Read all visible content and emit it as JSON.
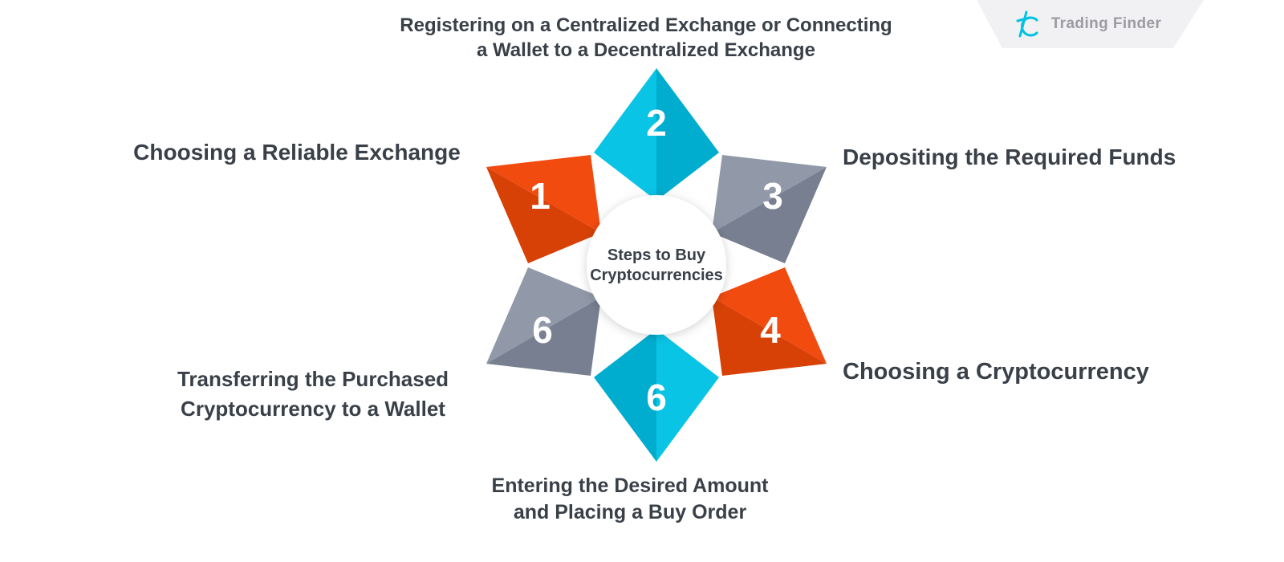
{
  "title": "Steps to Buy Cryptocurrencies infographic",
  "logo": {
    "text": "Trading Finder",
    "accent_color": "#00c2e2",
    "badge_color": "#f1f1f3",
    "text_color": "#9b9ca2"
  },
  "center": {
    "line1": "Steps to Buy",
    "line2": "Cryptocurrencies"
  },
  "labels": {
    "top": [
      "Registering on a Centralized Exchange or Connecting",
      "a Wallet to a Decentralized Exchange"
    ],
    "left": [
      "Choosing a Reliable Exchange"
    ],
    "right": [
      "Depositing the Required Funds"
    ],
    "lower_right": [
      "Choosing a Cryptocurrency"
    ],
    "lower_left": [
      "Transferring the Purchased",
      "Cryptocurrency to a Wallet"
    ],
    "bottom": [
      "Entering the Desired Amount",
      "and Placing a Buy Order"
    ]
  },
  "petals": {
    "upper_left": {
      "number": "1",
      "color_light": "#f14b10",
      "color_dark": "#d84106"
    },
    "top": {
      "number": "2",
      "color_light": "#0ac4e6",
      "color_dark": "#00adcf"
    },
    "upper_right": {
      "number": "3",
      "color_light": "#9199a9",
      "color_dark": "#787f90"
    },
    "lower_right": {
      "number": "4",
      "color_light": "#f14b10",
      "color_dark": "#d84106"
    },
    "lower_left": {
      "number": "6",
      "color_light": "#9199a9",
      "color_dark": "#787f90"
    },
    "bottom": {
      "number": "6",
      "color_light": "#0ac4e6",
      "color_dark": "#00adcf"
    }
  },
  "colors": {
    "text": "#3a4048",
    "background": "#ffffff"
  }
}
